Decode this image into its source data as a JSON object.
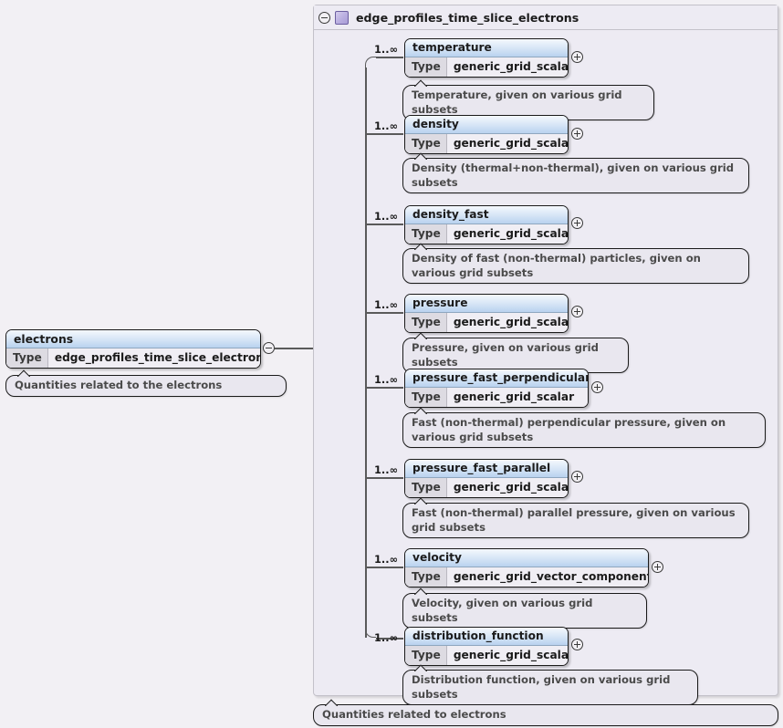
{
  "root": {
    "name": "electrons",
    "type_label": "Type",
    "type_value": "edge_profiles_time_slice_electrons",
    "annotation": "Quantities related to the electrons",
    "collapse_icon": "minus-circle-icon"
  },
  "compositor": {
    "kind": "sequence-icon",
    "collapse_icon": "minus-circle-icon"
  },
  "container": {
    "title": "edge_profiles_time_slice_electrons",
    "icon": "complex-type-square-icon",
    "collapse_icon": "minus-circle-icon",
    "footer_annotation": "Quantities related to electrons"
  },
  "occurrence_default": "1..∞",
  "type_label": "Type",
  "expand_icon": "plus-circle-icon",
  "children": [
    {
      "name": "temperature",
      "occurrence": "1..∞",
      "type_label": "Type",
      "type_value": "generic_grid_scalar",
      "annotation": "Temperature, given on various grid subsets"
    },
    {
      "name": "density",
      "occurrence": "1..∞",
      "type_label": "Type",
      "type_value": "generic_grid_scalar",
      "annotation": "Density (thermal+non-thermal), given on various grid subsets"
    },
    {
      "name": "density_fast",
      "occurrence": "1..∞",
      "type_label": "Type",
      "type_value": "generic_grid_scalar",
      "annotation": "Density of fast (non-thermal) particles, given on various grid subsets"
    },
    {
      "name": "pressure",
      "occurrence": "1..∞",
      "type_label": "Type",
      "type_value": "generic_grid_scalar",
      "annotation": "Pressure, given on various grid subsets"
    },
    {
      "name": "pressure_fast_perpendicular",
      "occurrence": "1..∞",
      "type_label": "Type",
      "type_value": "generic_grid_scalar",
      "annotation": "Fast (non-thermal) perpendicular pressure, given on various grid subsets"
    },
    {
      "name": "pressure_fast_parallel",
      "occurrence": "1..∞",
      "type_label": "Type",
      "type_value": "generic_grid_scalar",
      "annotation": "Fast (non-thermal) parallel pressure, given on various grid subsets"
    },
    {
      "name": "velocity",
      "occurrence": "1..∞",
      "type_label": "Type",
      "type_value": "generic_grid_vector_components",
      "annotation": "Velocity, given on various grid subsets"
    },
    {
      "name": "distribution_function",
      "occurrence": "1..∞",
      "type_label": "Type",
      "type_value": "generic_grid_scalar",
      "annotation": "Distribution function, given on various grid subsets"
    }
  ],
  "colors": {
    "page_background": "#f2f0f4",
    "container_background": "#edebf3",
    "node_header_gradient_top": "#f4f8fd",
    "node_header_gradient_bottom": "#b9d2ef",
    "annotation_background": "#e9e7ef",
    "compositor_fill": "#f2eca2",
    "type_icon_purple": "#a99dd6",
    "line": "#5a5a5a"
  }
}
